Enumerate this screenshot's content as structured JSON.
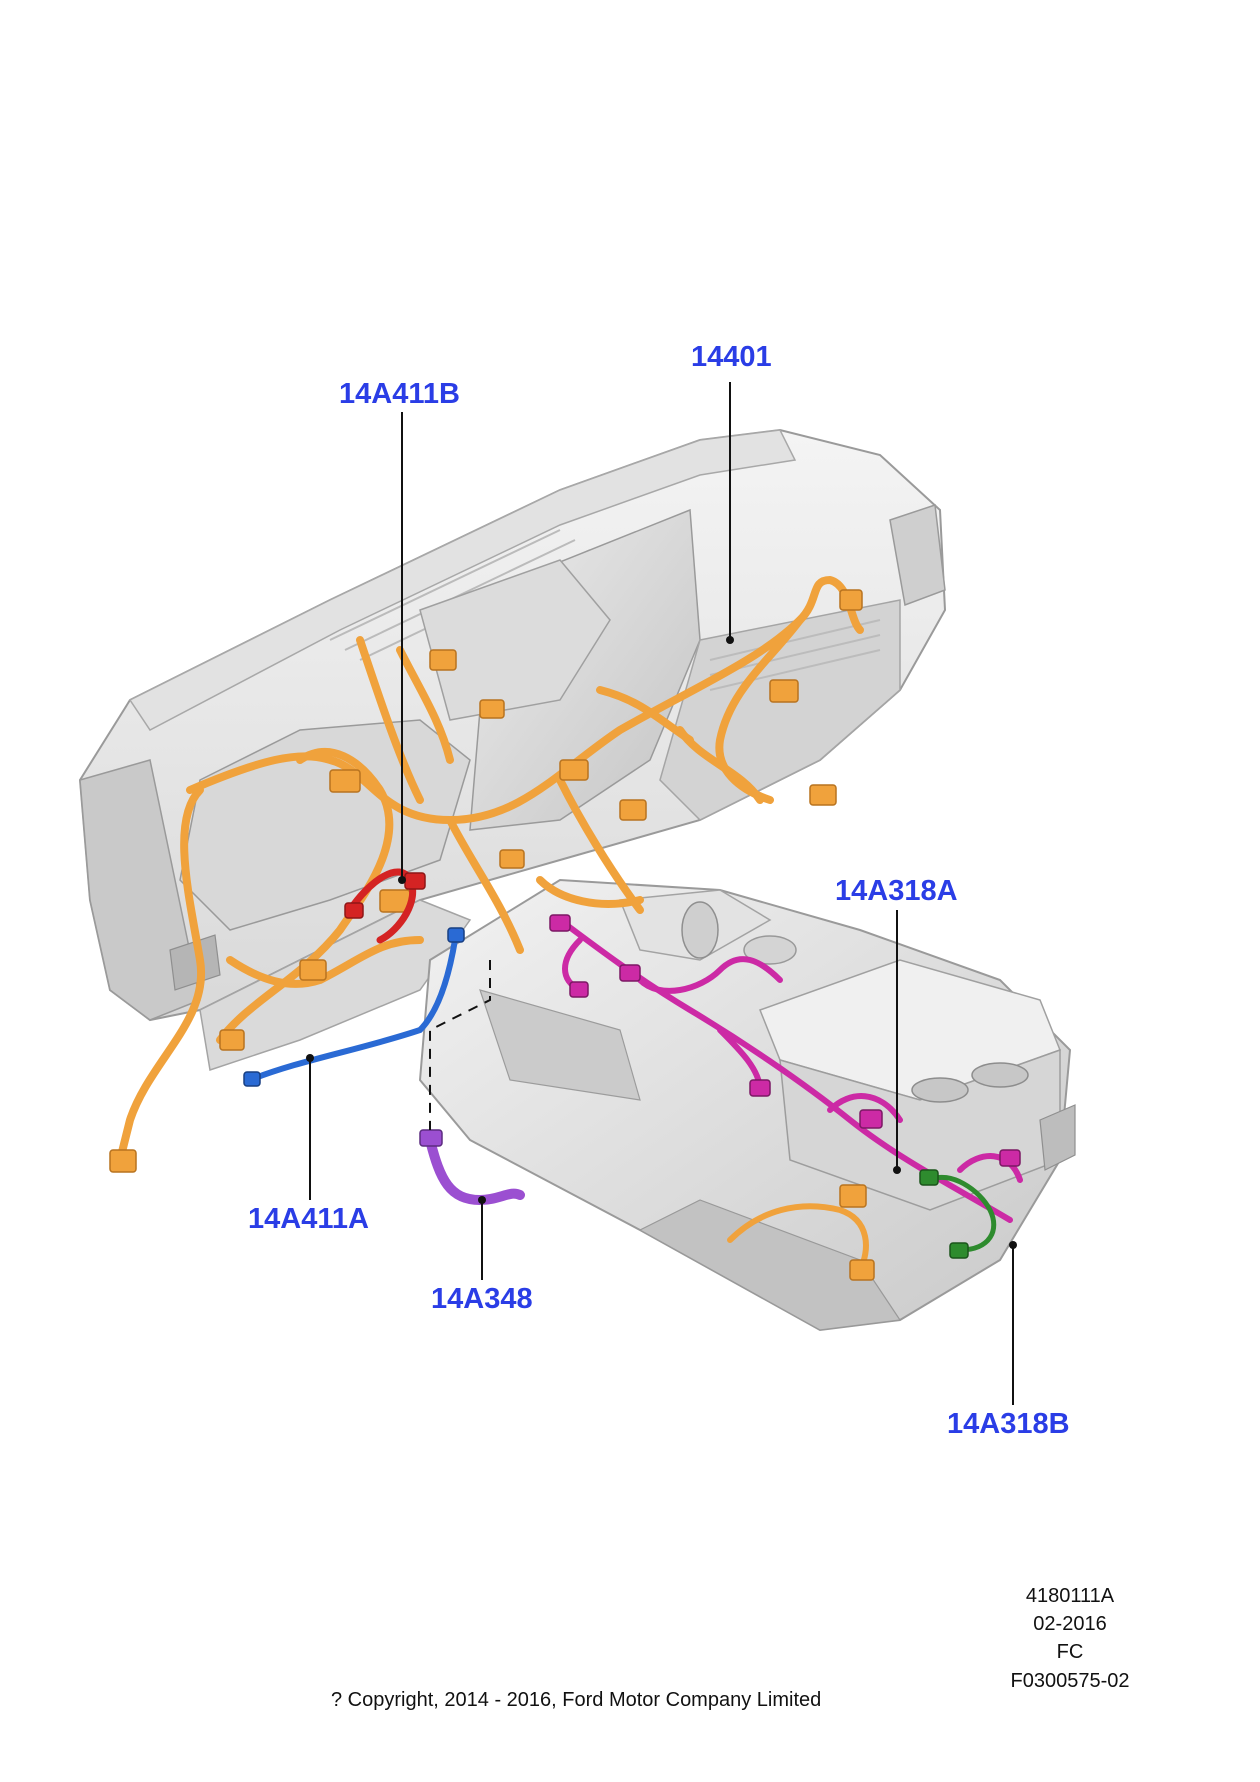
{
  "colors": {
    "callout": "#2a3de6",
    "leader": "#111111",
    "panel_light": "#eeeeee",
    "panel_mid": "#d6d6d6",
    "panel_dark": "#b9b9b9",
    "harness_main": "#f0a23c",
    "harness_main_dark": "#b8731f",
    "harness_red": "#d42323",
    "harness_blue": "#2a6ad4",
    "harness_magenta": "#cc2aa5",
    "harness_green": "#2e8b2e",
    "harness_violet": "#9b4fd1"
  },
  "callouts": {
    "c14401": "14401",
    "c14A411B": "14A411B",
    "c14A318A": "14A318A",
    "c14A411A": "14A411A",
    "c14A348": "14A348",
    "c14A318B": "14A318B"
  },
  "footer": {
    "illustration_id": "4180111A",
    "date": "02-2016",
    "code": "FC",
    "reference": "F0300575-02",
    "copyright": "? Copyright, 2014 - 2016, Ford Motor Company Limited"
  },
  "icons": {
    "assembly": "dashboard-and-console-wiring-harness-illustration"
  }
}
